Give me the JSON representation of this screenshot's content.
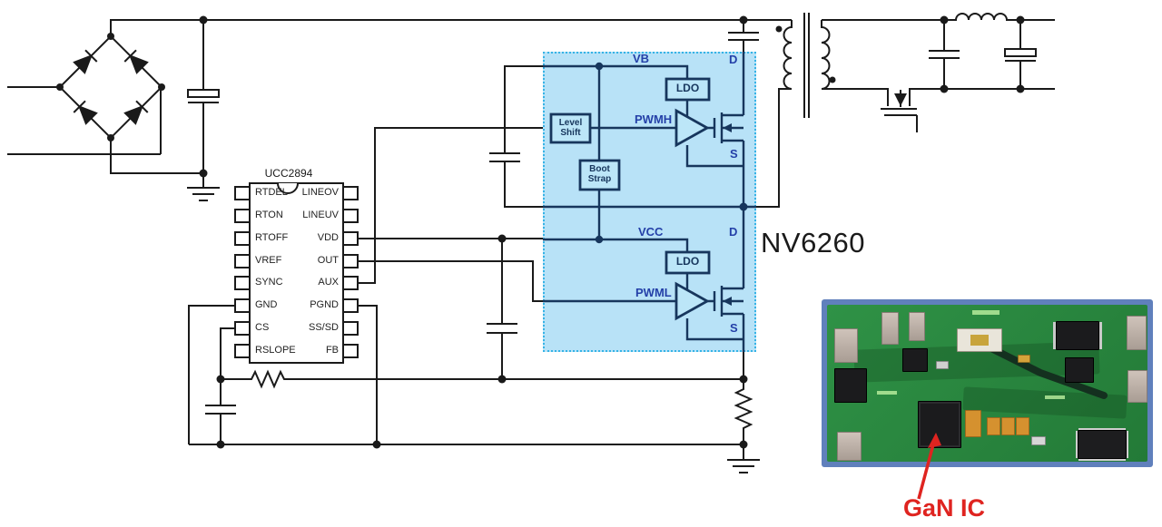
{
  "schematic": {
    "controller": {
      "part": "UCC2894",
      "left_pins": [
        "RTDEL",
        "RTON",
        "RTOFF",
        "VREF",
        "SYNC",
        "GND",
        "CS",
        "RSLOPE"
      ],
      "right_pins": [
        "LINEOV",
        "LINEUV",
        "VDD",
        "OUT",
        "AUX",
        "PGND",
        "SS/SD",
        "FB"
      ]
    },
    "gan_block": {
      "part": "NV6260",
      "labels": {
        "vb": "VB",
        "pwmh": "PWMH",
        "vcc": "VCC",
        "pwml": "PWML",
        "drain": "D",
        "source": "S",
        "ldo": "LDO",
        "level_shift": [
          "Level",
          "Shift"
        ],
        "boot_strap": [
          "Boot",
          "Strap"
        ]
      }
    }
  },
  "pcb_photo": {
    "caption": "GaN IC"
  },
  "colors": {
    "wire": "#1a1a1a",
    "block_line": "#17365d",
    "highlight_fill": "#8dd0f2",
    "highlight_border": "#36b3e6",
    "port_label": "#2440a8",
    "part_label": "#1a1a1a",
    "annotation_red": "#df2420"
  }
}
